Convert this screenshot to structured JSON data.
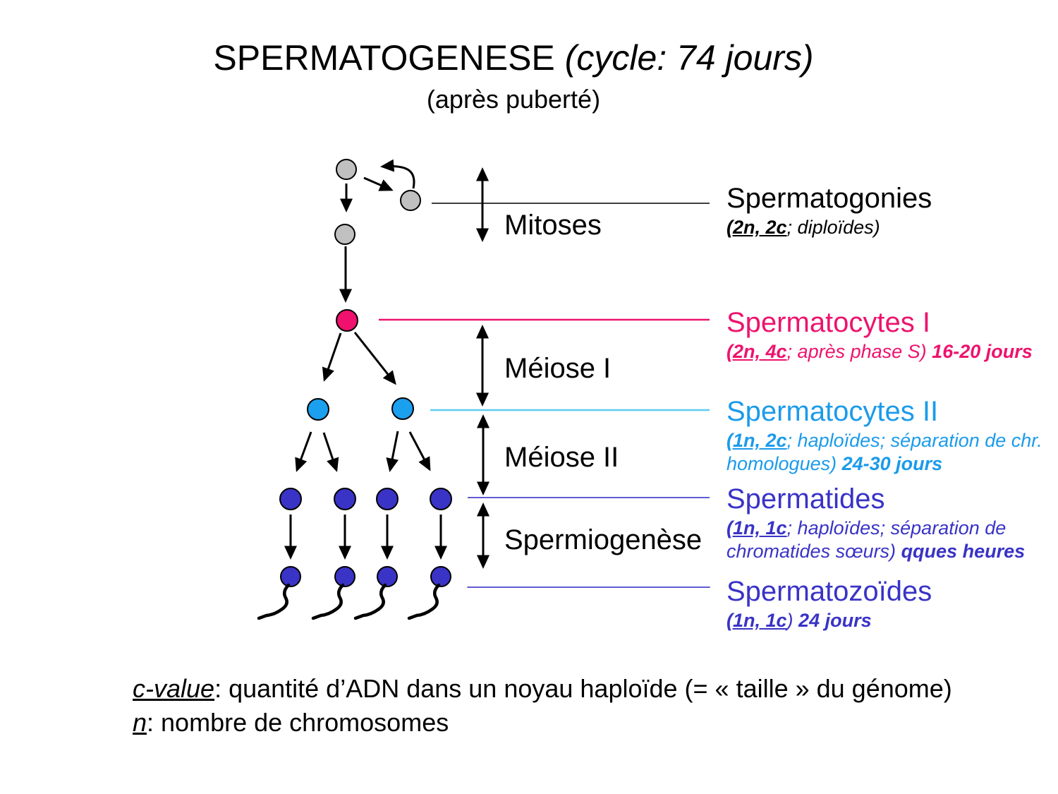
{
  "title": {
    "text": "SPERMATOGENESE ",
    "italic": "(cycle: 74 jours)",
    "subtitle": "(après puberté)"
  },
  "stage_labels": {
    "mitoses": "Mitoses",
    "meiose1": "Méiose I",
    "meiose2": "Méiose II",
    "spermiogenese": "Spermiogenèse"
  },
  "cell_stages": [
    {
      "name": "Spermatogonies",
      "ploidy": "(2n, 2c",
      "desc": "; diploïdes)",
      "duration": "",
      "color": "#000000"
    },
    {
      "name": "Spermatocytes I",
      "ploidy": "(2n, 4c",
      "desc": "; après phase S) ",
      "duration": "16-20 jours",
      "color": "#ED136E"
    },
    {
      "name": "Spermatocytes II",
      "ploidy": "(1n, 2c",
      "desc": "; haploïdes; séparation de chr. homologues) ",
      "duration": "24-30 jours",
      "color": "#1B9BEA"
    },
    {
      "name": "Spermatides",
      "ploidy": "(1n, 1c",
      "desc": "; haploïdes; séparation de chromatides sœurs) ",
      "duration": "qques heures",
      "color": "#3933C6"
    },
    {
      "name": "Spermatozoïdes",
      "ploidy": "(1n, 1c",
      "desc": ") ",
      "duration": "24 jours",
      "color": "#3933C6"
    }
  ],
  "footnote": {
    "line1_term": "c-value",
    "line1_rest": ": quantité d’ADN dans un noyau haploïde (= « taille » du génome)",
    "line2_term": "n",
    "line2_rest": ": nombre de chromosomes"
  },
  "colors": {
    "spermatogonia_fill": "#c0c0c0",
    "spermatocyte1_pink": "#ED136E",
    "spermatocyte2_blue": "#1B9BEA",
    "spermatocyte2_line": "#5FCBF2",
    "spermatid_violet": "#3933C6",
    "level_line_violet": "#4a45cc",
    "black": "#000000"
  }
}
